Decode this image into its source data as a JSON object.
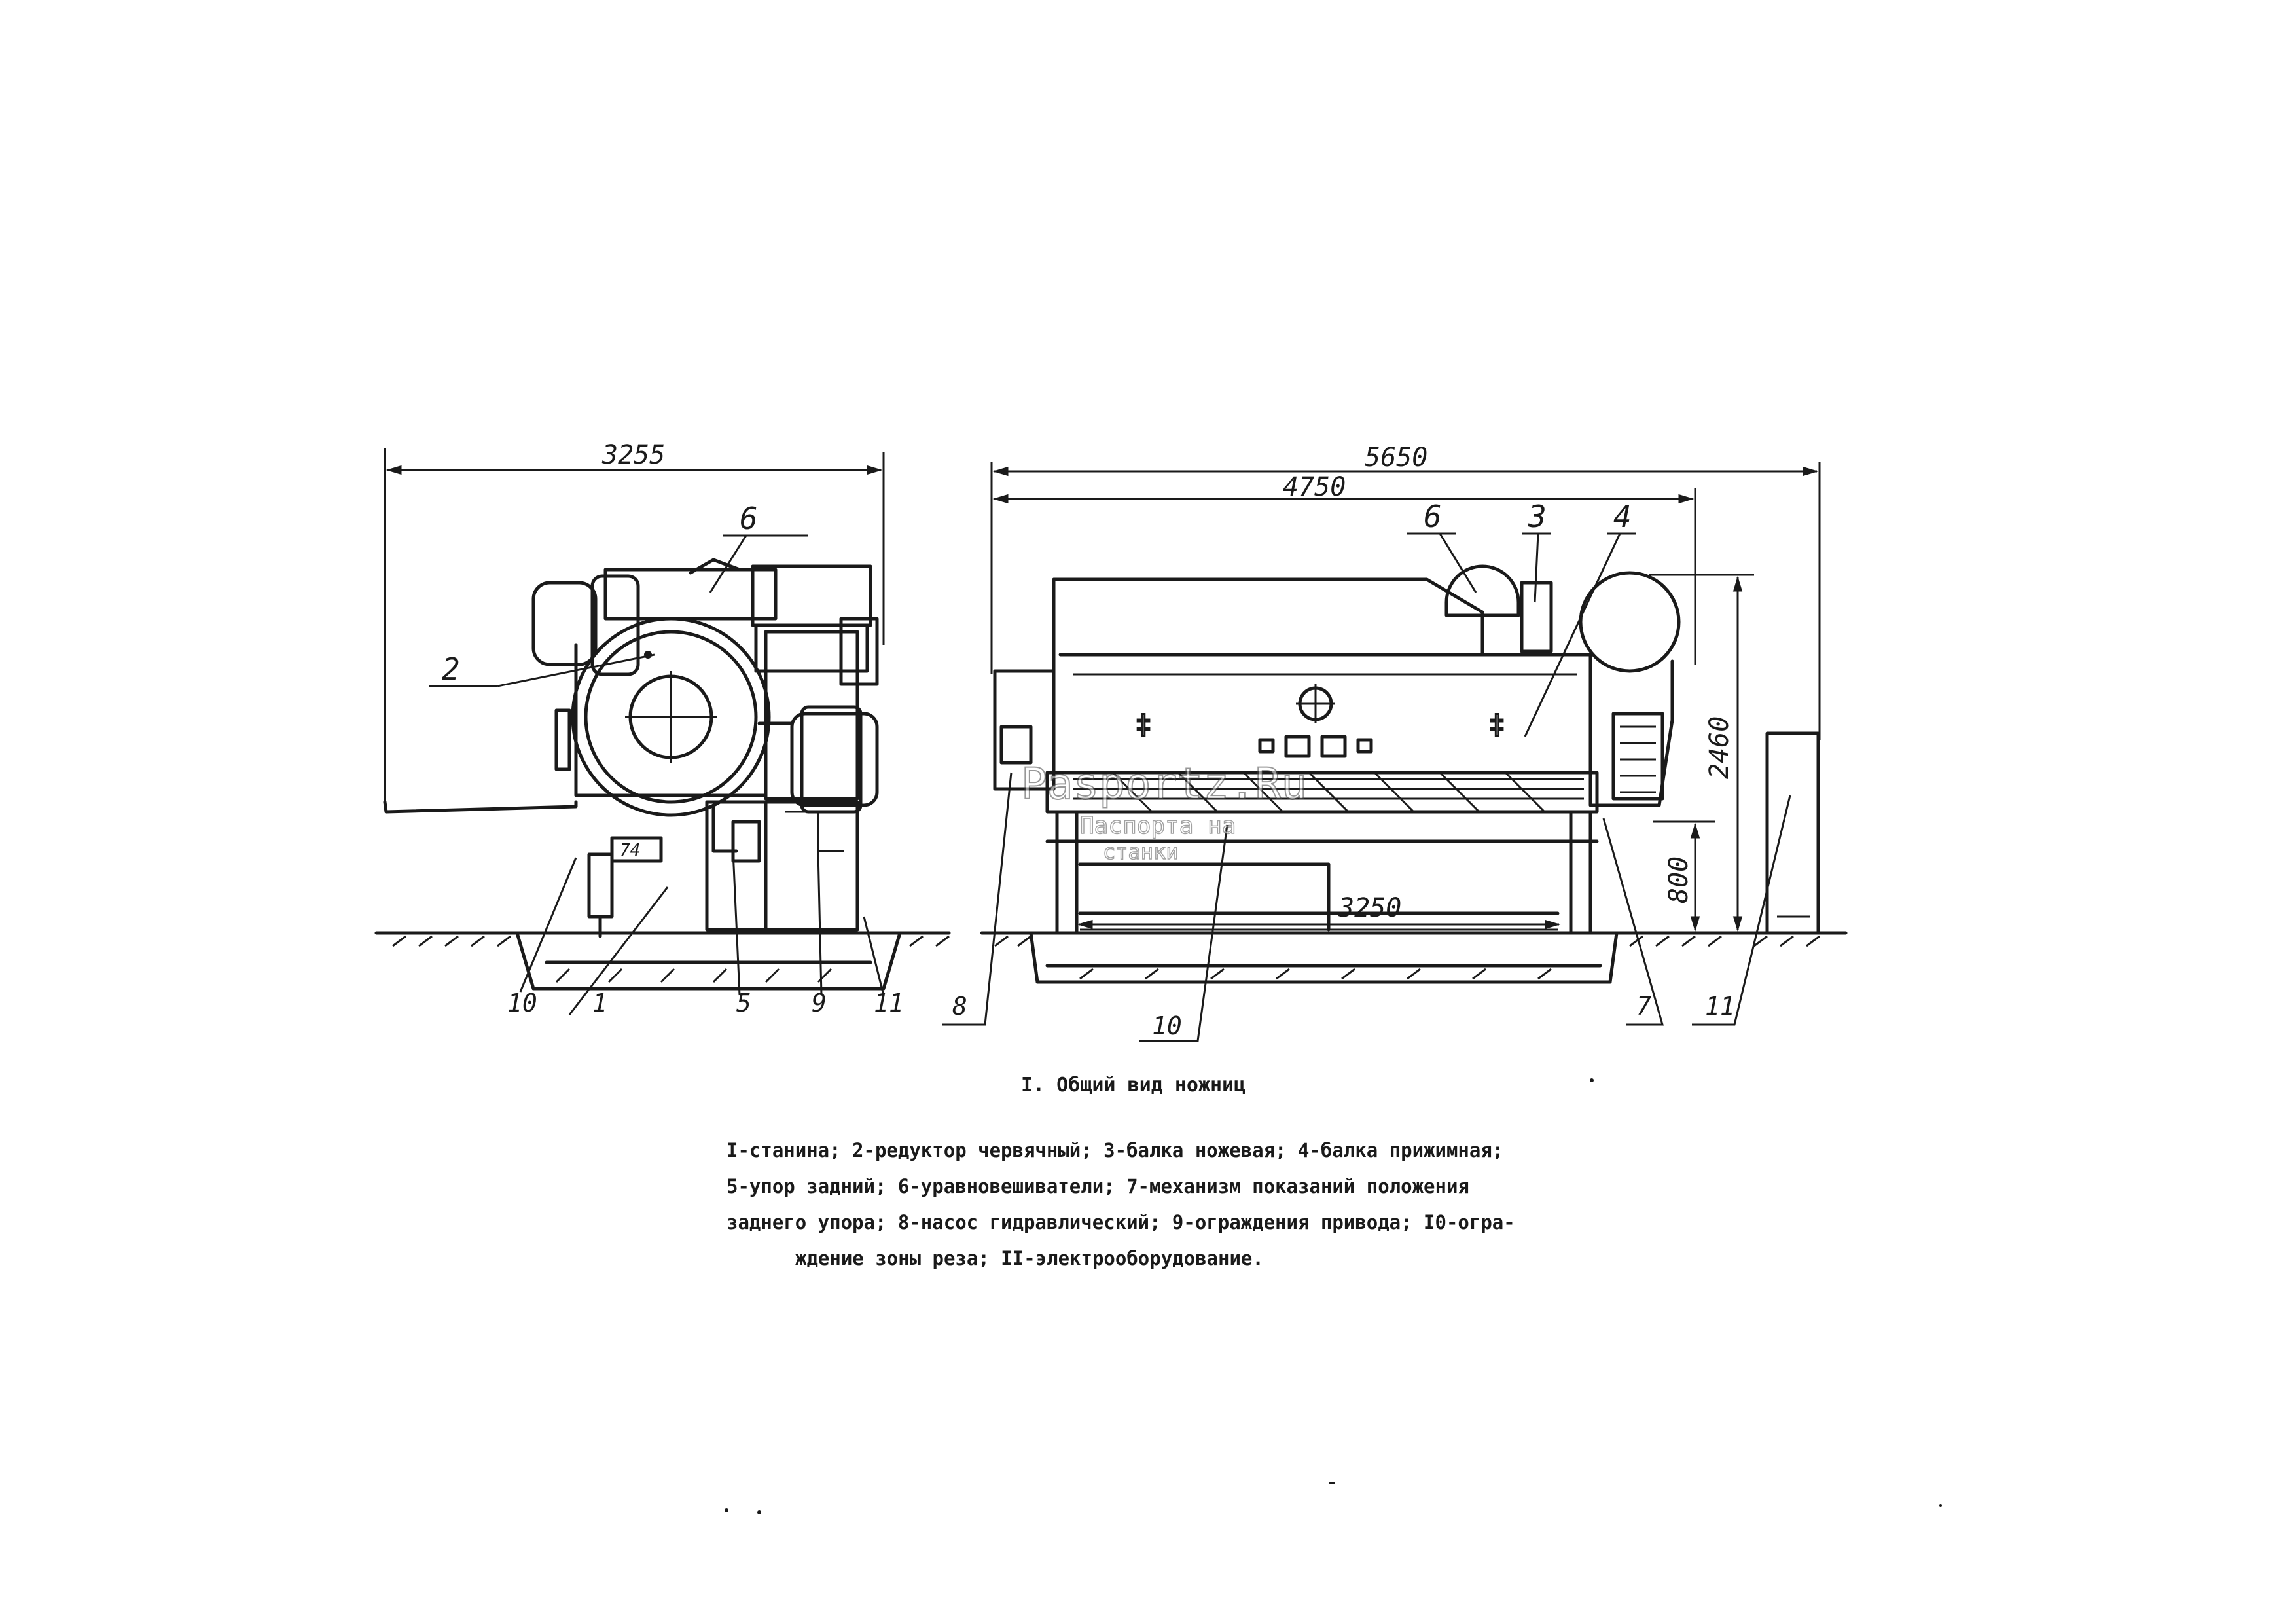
{
  "drawing": {
    "side_view": {
      "overall_width_dim": "3255",
      "callouts": [
        "6",
        "2",
        "10",
        "1",
        "5",
        "9",
        "11"
      ]
    },
    "front_view": {
      "overall_length_dim": "5650",
      "length_dim": "4750",
      "beam_length_dim": "3250",
      "height_dim": "2460",
      "lower_height_dim": "800",
      "callouts": [
        "6",
        "3",
        "4",
        "8",
        "10",
        "7",
        "11"
      ]
    },
    "watermark": {
      "site": "Pasportz.Ru",
      "line1": "Паспорта на",
      "line2": "станки"
    }
  },
  "caption": {
    "title": "I. Общий вид ножниц",
    "legend_lines": [
      "I-станина; 2-редуктор червячный; 3-балка ножевая; 4-балка прижимная;",
      "5-упор задний; 6-уравновешиватели; 7-механизм показаний положения",
      "заднего упора; 8-насос гидравлический; 9-ограждения привода; I0-огра-",
      "ждение зоны реза; II-электрооборудование."
    ]
  }
}
